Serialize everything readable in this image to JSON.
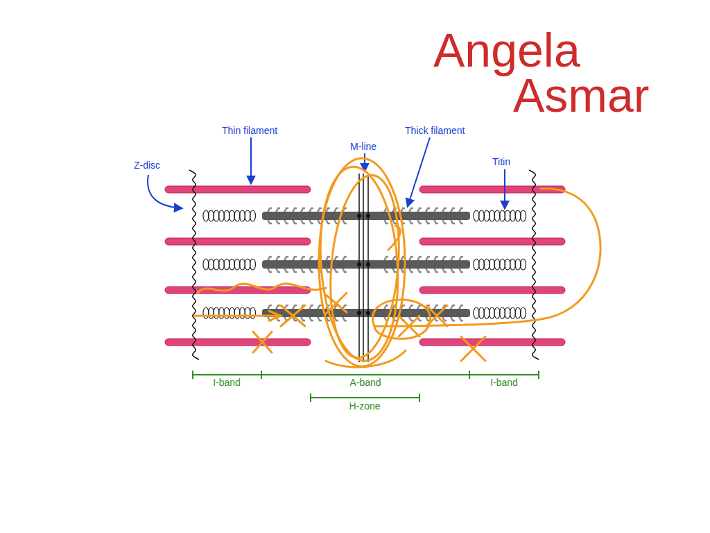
{
  "diagram": {
    "labels": [
      "Angela Asmar",
      "Thin filament",
      "M-line",
      "Thick filament",
      "Z-disc",
      "Titin",
      "I-band",
      "A-band",
      "H-zone",
      "I-band"
    ]
  }
}
